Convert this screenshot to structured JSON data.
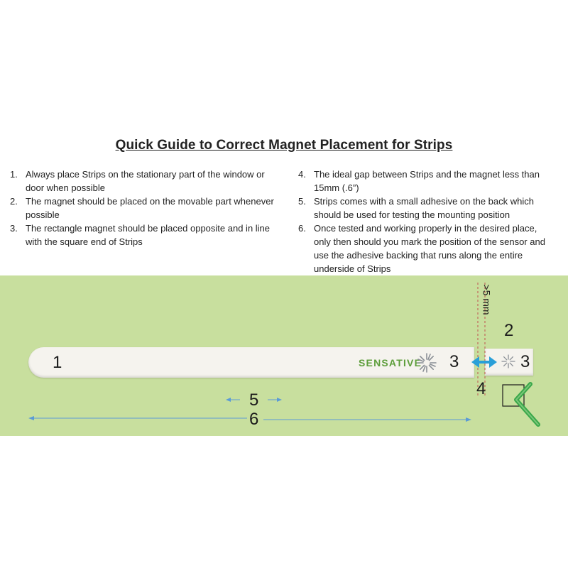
{
  "title": "Quick Guide to Correct Magnet Placement for Strips",
  "left_items": [
    {
      "num": "1.",
      "text": "Always place Strips on the stationary part of the window or door when possible"
    },
    {
      "num": "2.",
      "text": "The magnet should be placed on the movable part whenever possible"
    },
    {
      "num": "3.",
      "text": "The rectangle magnet should be placed opposite and in line with the square end of Strips"
    }
  ],
  "right_items": [
    {
      "num": "4.",
      "text": "The ideal gap between Strips and the magnet less than 15mm (.6”)"
    },
    {
      "num": "5.",
      "text": "Strips comes with a small adhesive on the back which should be used for testing the mounting position"
    },
    {
      "num": "6.",
      "text": "Once tested and working properly in the desired place, only then should you mark the position of the sensor and use the adhesive backing that runs along the entire underside of Strips"
    }
  ],
  "diagram": {
    "brand": "SENSATIVE",
    "label_1": "1",
    "label_2": "2",
    "label_3a": "3",
    "label_3b": "3",
    "label_4": "4",
    "label_5": "5",
    "label_6": "6",
    "gap_label": ">5 mm"
  },
  "colors": {
    "panel": "#c8df9e",
    "strip": "#f5f3ee",
    "brand_green": "#5e9e3c",
    "arrow_blue": "#2a9fd8",
    "dim_blue": "#5b9bd5",
    "guide_red": "#c0504d",
    "check_green": "#3aa84a"
  }
}
